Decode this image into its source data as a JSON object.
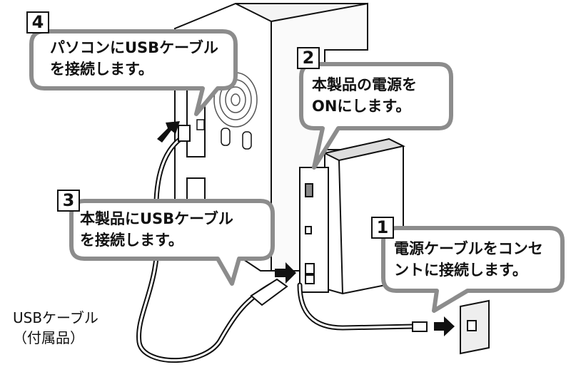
{
  "steps": [
    {
      "number": "4",
      "lines": [
        "パソコンにUSBケーブル",
        "を接続します。"
      ]
    },
    {
      "number": "2",
      "lines": [
        "本製品の電源を",
        "ONにします。"
      ]
    },
    {
      "number": "3",
      "lines": [
        "本製品にUSBケーブル",
        "を接続します。"
      ]
    },
    {
      "number": "1",
      "lines": [
        "電源ケーブルをコンセ",
        "ントに接続します。"
      ]
    }
  ],
  "cable_label": {
    "line1": "USBケーブル",
    "line2": "（付属品）"
  },
  "colors": {
    "bubble_fill": "#ffffff",
    "bubble_stroke": "#8c8c8c",
    "line": "#111111",
    "cable": "#bdbdbd"
  }
}
